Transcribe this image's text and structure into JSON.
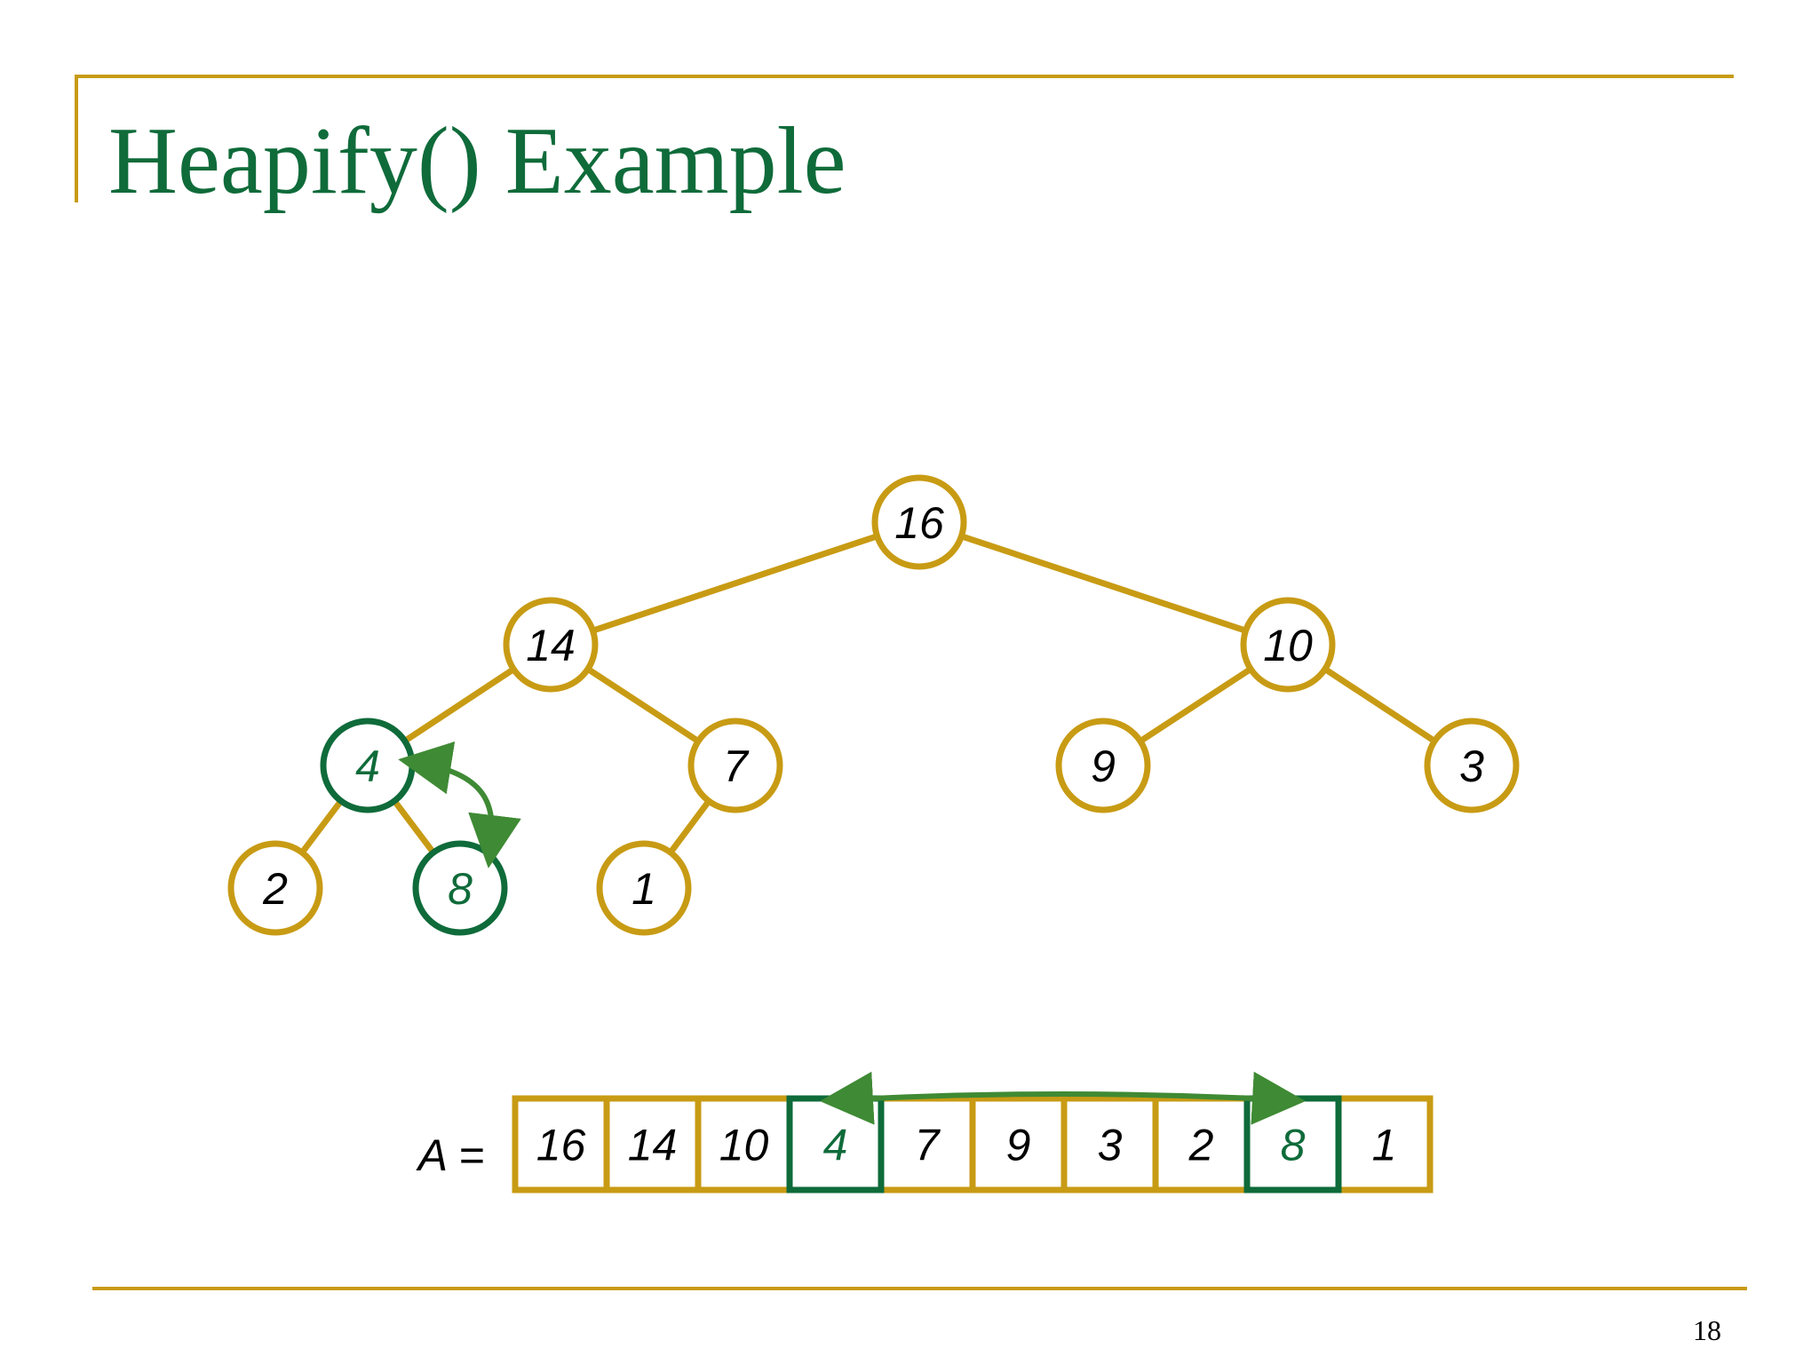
{
  "slide": {
    "title": "Heapify() Example",
    "page_number": "18"
  },
  "colors": {
    "gold": "#c89b14",
    "green": "#0f6b3a",
    "arrow_green": "#3f8a34",
    "text": "#000000"
  },
  "tree": {
    "nodes": [
      {
        "id": 0,
        "label": "16",
        "highlight": false
      },
      {
        "id": 1,
        "label": "14",
        "highlight": false
      },
      {
        "id": 2,
        "label": "10",
        "highlight": false
      },
      {
        "id": 3,
        "label": "4",
        "highlight": true
      },
      {
        "id": 4,
        "label": "7",
        "highlight": false
      },
      {
        "id": 5,
        "label": "9",
        "highlight": false
      },
      {
        "id": 6,
        "label": "3",
        "highlight": false
      },
      {
        "id": 7,
        "label": "2",
        "highlight": false
      },
      {
        "id": 8,
        "label": "8",
        "highlight": true
      },
      {
        "id": 9,
        "label": "1",
        "highlight": false
      }
    ],
    "edges": [
      [
        0,
        1
      ],
      [
        0,
        2
      ],
      [
        1,
        3
      ],
      [
        1,
        4
      ],
      [
        2,
        5
      ],
      [
        2,
        6
      ],
      [
        3,
        7
      ],
      [
        3,
        8
      ],
      [
        4,
        9
      ]
    ],
    "swap": [
      3,
      8
    ]
  },
  "array": {
    "label": "A =",
    "cells": [
      "16",
      "14",
      "10",
      "4",
      "7",
      "9",
      "3",
      "2",
      "8",
      "1"
    ],
    "highlight": [
      3,
      8
    ],
    "swap": [
      3,
      8
    ]
  }
}
